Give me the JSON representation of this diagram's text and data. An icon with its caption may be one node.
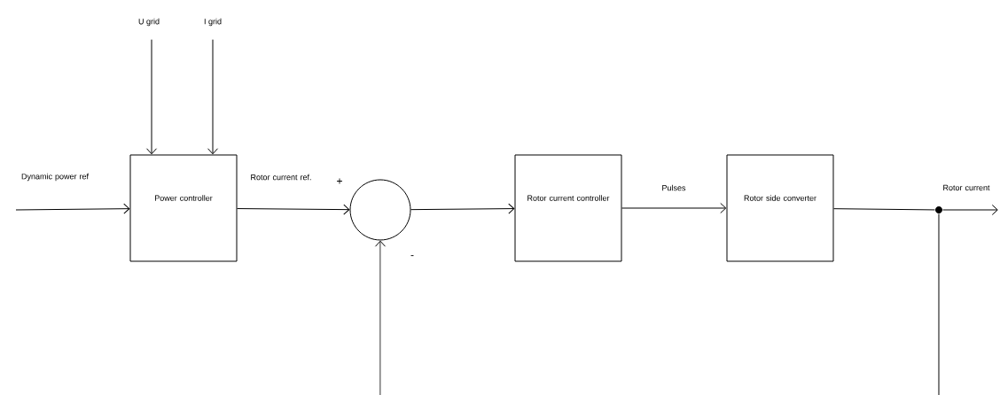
{
  "diagram": {
    "nodes": [
      {
        "text": [
          "Power controller"
        ]
      },
      {
        "text": [],
        "shape": "circle"
      },
      {
        "text": [
          "Rotor current controller"
        ]
      },
      {
        "text": [
          "Rotor side converter"
        ]
      },
      {
        "text": [
          "U grid"
        ]
      },
      {
        "text": [
          "I grid"
        ]
      },
      {
        "text": [],
        "shape": "circle"
      }
    ],
    "edges": [
      {
        "from": null,
        "to": 0,
        "arrow": "to",
        "label": "Dynamic power ref"
      },
      {
        "from": 4,
        "to": 0,
        "arrow": "to"
      },
      {
        "from": 5,
        "to": 0,
        "arrow": "to"
      },
      {
        "from": 0,
        "to": 1,
        "arrow": "to",
        "label": "Rotor current ref."
      },
      {
        "from": 1,
        "to": 2,
        "arrow": "to"
      },
      {
        "from": 2,
        "to": 3,
        "arrow": "to",
        "label": "Pulses"
      },
      {
        "from": 3,
        "to": 6,
        "arrow": "none"
      },
      {
        "from": 6,
        "to": null,
        "arrow": "to",
        "label": "Rotor current"
      },
      {
        "from": 6,
        "to": null,
        "arrow": "none"
      },
      {
        "from": null,
        "to": 1,
        "arrow": "to"
      }
    ],
    "labels": [
      "+",
      "-"
    ]
  }
}
